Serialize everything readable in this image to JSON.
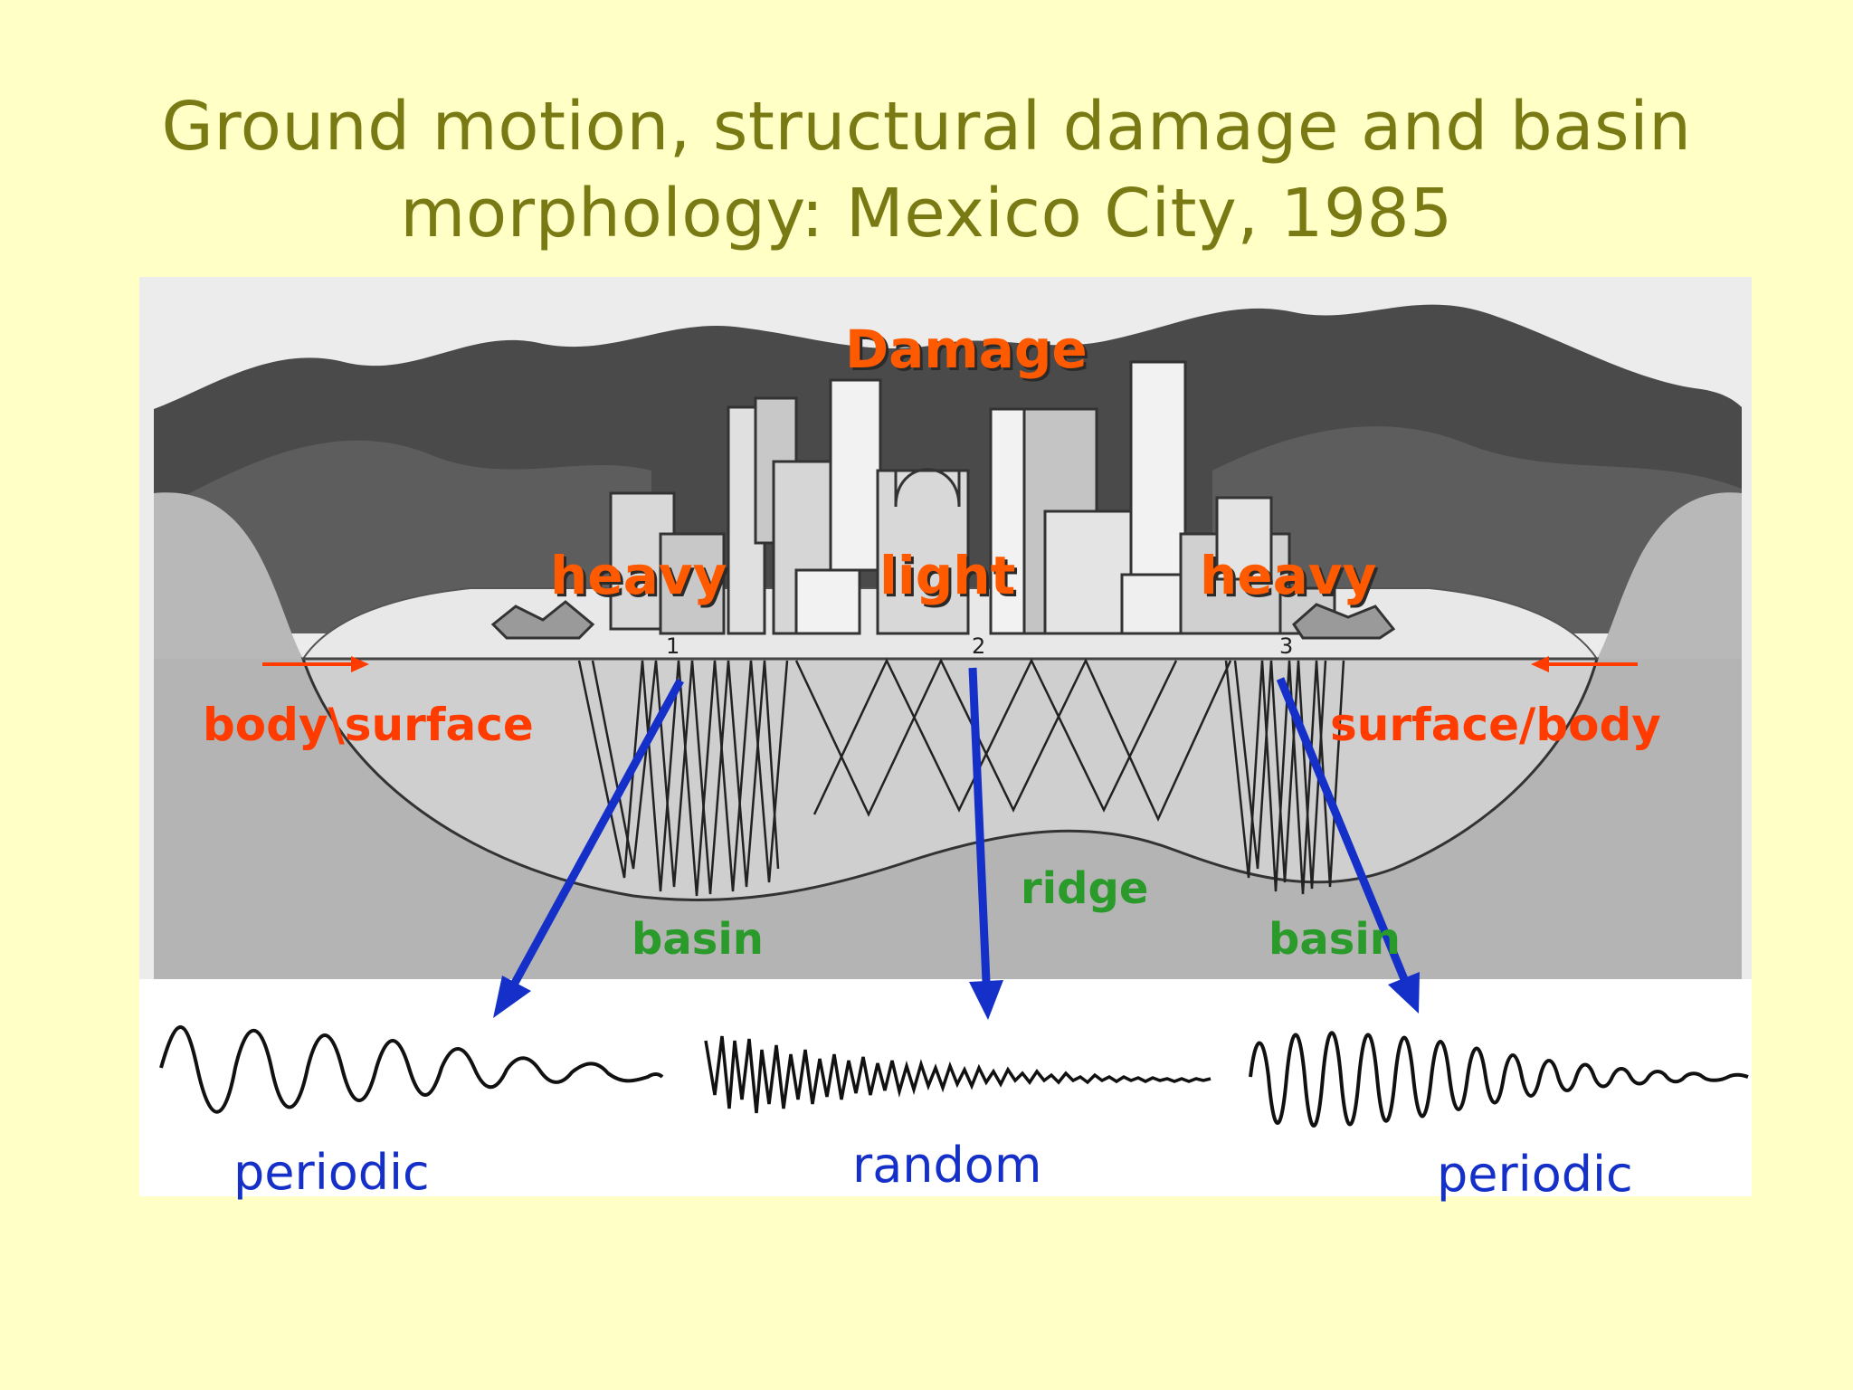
{
  "slide": {
    "title_line1": "Ground motion, structural damage and basin",
    "title_line2": "morphology: Mexico City, 1985"
  },
  "figure": {
    "damage_label": "Damage",
    "damage_levels": [
      "heavy",
      "light",
      "heavy"
    ],
    "wave_labels": [
      "body\\surface",
      "surface/body"
    ],
    "site_numbers": [
      "1",
      "2",
      "3"
    ],
    "terrain_labels": [
      "basin",
      "ridge",
      "basin"
    ],
    "signal_types": [
      "periodic",
      "random",
      "periodic"
    ],
    "colors": {
      "title": "#7a7a14",
      "damage_text": "#ff5a00",
      "wave_text": "#ff3b00",
      "terrain_text": "#2a9a2a",
      "arrow_blue": "#1530c8",
      "background": "#ffffc6"
    }
  }
}
